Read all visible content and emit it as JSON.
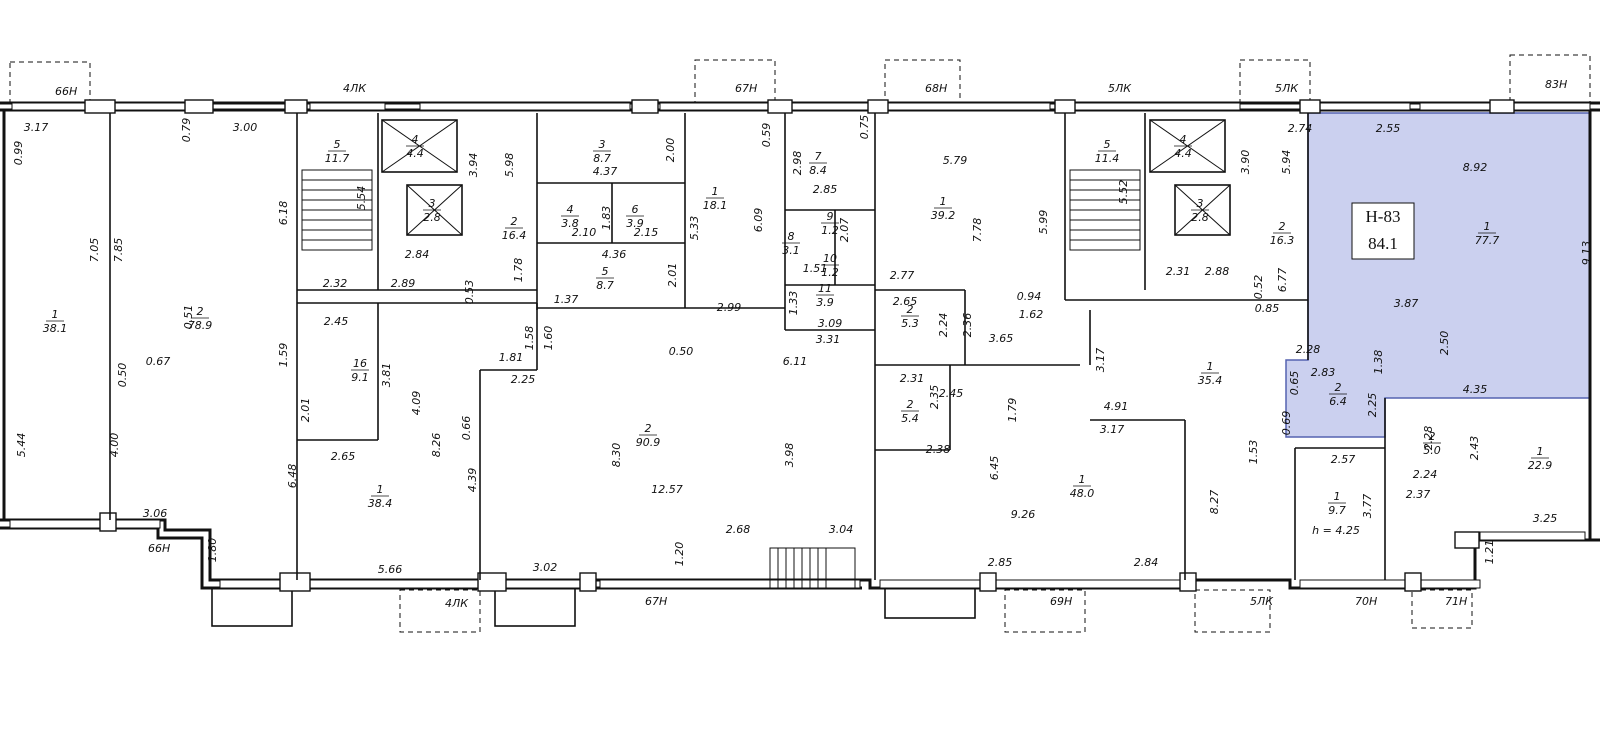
{
  "unit": {
    "code": "Н-83",
    "area": "84.1"
  },
  "openings": {
    "top": [
      "66Н",
      "4ЛК",
      "67Н",
      "68Н",
      "5ЛК",
      "5ЛК",
      "83Н"
    ],
    "bottom": [
      "66Н",
      "4ЛК",
      "67Н",
      "69Н",
      "5ЛК",
      "70Н",
      "71Н"
    ]
  },
  "rooms": [
    {
      "n": "1",
      "a": "38.1"
    },
    {
      "n": "2",
      "a": "78.9"
    },
    {
      "n": "5",
      "a": "11.7"
    },
    {
      "n": "4",
      "a": "4.4"
    },
    {
      "n": "3",
      "a": "2.8"
    },
    {
      "n": "2",
      "a": "16.4"
    },
    {
      "n": "16",
      "a": "9.1"
    },
    {
      "n": "1",
      "a": "38.4"
    },
    {
      "n": "3",
      "a": "8.7"
    },
    {
      "n": "4",
      "a": "3.8"
    },
    {
      "n": "6",
      "a": "3.9"
    },
    {
      "n": "5",
      "a": "8.7"
    },
    {
      "n": "1",
      "a": "18.1"
    },
    {
      "n": "7",
      "a": "8.4"
    },
    {
      "n": "8",
      "a": "3.1"
    },
    {
      "n": "9",
      "a": "1.2"
    },
    {
      "n": "10",
      "a": "1.2"
    },
    {
      "n": "11",
      "a": "3.9"
    },
    {
      "n": "2",
      "a": "90.9"
    },
    {
      "n": "1",
      "a": "39.2"
    },
    {
      "n": "2",
      "a": "5.3"
    },
    {
      "n": "2",
      "a": "5.4"
    },
    {
      "n": "1",
      "a": "48.0"
    },
    {
      "n": "5",
      "a": "11.4"
    },
    {
      "n": "4",
      "a": "4.4"
    },
    {
      "n": "3",
      "a": "2.8"
    },
    {
      "n": "2",
      "a": "16.3"
    },
    {
      "n": "1",
      "a": "35.4"
    },
    {
      "n": "1",
      "a": "77.7"
    },
    {
      "n": "2",
      "a": "6.4"
    },
    {
      "n": "1",
      "a": "9.7"
    },
    {
      "n": "2",
      "a": "5.0"
    },
    {
      "n": "1",
      "a": "22.9"
    }
  ],
  "dimensions": [
    "3.17",
    "0.99",
    "7.05",
    "7.85",
    "5.44",
    "4.00",
    "0.50",
    "3.00",
    "0.79",
    "0.51",
    "0.67",
    "3.06",
    "1.80",
    "6.18",
    "2.32",
    "2.84",
    "2.89",
    "3.94",
    "5.98",
    "5.54",
    "0.53",
    "1.78",
    "2.45",
    "1.59",
    "3.81",
    "4.09",
    "2.01",
    "1.81",
    "1.58",
    "1.60",
    "2.25",
    "2.65",
    "6.48",
    "8.26",
    "0.66",
    "4.39",
    "5.66",
    "4.37",
    "2.00",
    "2.10",
    "1.83",
    "2.15",
    "4.36",
    "2.01",
    "5.33",
    "1.37",
    "0.59",
    "6.09",
    "2.98",
    "0.75",
    "2.85",
    "2.07",
    "1.51",
    "1.33",
    "3.09",
    "3.31",
    "0.50",
    "6.11",
    "8.30",
    "3.98",
    "12.57",
    "2.99",
    "3.02",
    "2.68",
    "3.04",
    "1.20",
    "5.79",
    "7.78",
    "2.77",
    "2.65",
    "2.24",
    "2.36",
    "3.65",
    "0.94",
    "1.62",
    "2.31",
    "2.45",
    "2.35",
    "2.38",
    "1.79",
    "6.45",
    "9.26",
    "2.85",
    "2.84",
    "5.99",
    "5.52",
    "3.90",
    "5.94",
    "2.31",
    "2.88",
    "0.52",
    "6.77",
    "0.85",
    "3.17",
    "3.17",
    "4.91",
    "8.27",
    "1.53",
    "0.65",
    "0.69",
    "2.74",
    "2.55",
    "8.92",
    "9.13",
    "3.87",
    "2.50",
    "4.35",
    "2.28",
    "2.83",
    "1.38",
    "2.25",
    "2.57",
    "3.77",
    "h = 4.25",
    "2.28",
    "2.43",
    "2.24",
    "2.37",
    "3.25",
    "1.21"
  ]
}
